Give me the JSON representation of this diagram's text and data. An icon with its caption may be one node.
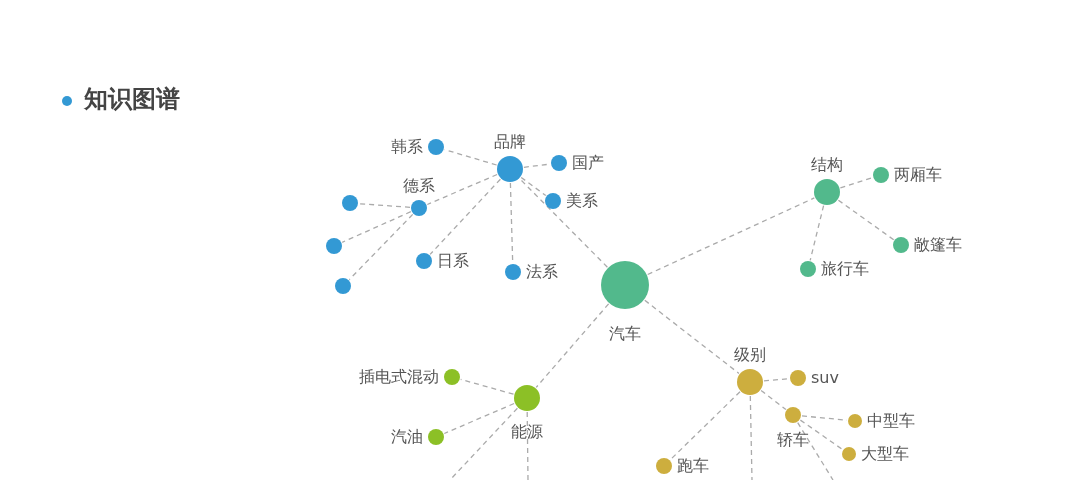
{
  "diagram": {
    "title": "知识图谱",
    "nodes": [
      {
        "text": [
          "品牌"
        ]
      },
      {
        "text": [
          "韩系"
        ]
      },
      {
        "text": [
          "国产"
        ]
      },
      {
        "text": [
          "德系"
        ]
      },
      {
        "text": [
          "美系"
        ]
      },
      {
        "text": [],
        "shape": "circle"
      },
      {
        "text": [],
        "shape": "circle"
      },
      {
        "text": [
          "日系"
        ]
      },
      {
        "text": [
          "法系"
        ]
      },
      {
        "text": [],
        "shape": "circle"
      },
      {
        "text": [
          "汽车"
        ]
      },
      {
        "text": [
          "结构"
        ]
      },
      {
        "text": [
          "两厢车"
        ]
      },
      {
        "text": [
          "敞篷车"
        ]
      },
      {
        "text": [
          "旅行车"
        ]
      },
      {
        "text": [
          "插电式混动"
        ]
      },
      {
        "text": [
          "能源"
        ]
      },
      {
        "text": [
          "级别"
        ]
      },
      {
        "text": [
          "suv"
        ]
      },
      {
        "text": [
          "汽油"
        ]
      },
      {
        "text": [
          "轿车"
        ]
      },
      {
        "text": [
          "中型车"
        ]
      },
      {
        "text": [
          "大型车"
        ]
      },
      {
        "text": [
          "跑车"
        ]
      }
    ],
    "edges": [
      {
        "from": 0,
        "to": 1,
        "arrow": "none"
      },
      {
        "from": 0,
        "to": 2,
        "arrow": "none"
      },
      {
        "from": 0,
        "to": 3,
        "arrow": "none"
      },
      {
        "from": 0,
        "to": 4,
        "arrow": "none"
      },
      {
        "from": 0,
        "to": 7,
        "arrow": "none"
      },
      {
        "from": 0,
        "to": 8,
        "arrow": "none"
      },
      {
        "from": 3,
        "to": 5,
        "arrow": "none"
      },
      {
        "from": 3,
        "to": 6,
        "arrow": "none"
      },
      {
        "from": 3,
        "to": 9,
        "arrow": "none"
      },
      {
        "from": 10,
        "to": 0,
        "arrow": "none"
      },
      {
        "from": 10,
        "to": 11,
        "arrow": "none"
      },
      {
        "from": 11,
        "to": 12,
        "arrow": "none"
      },
      {
        "from": 11,
        "to": 13,
        "arrow": "none"
      },
      {
        "from": 11,
        "to": 14,
        "arrow": "none"
      },
      {
        "from": 10,
        "to": 16,
        "arrow": "none"
      },
      {
        "from": 16,
        "to": 15,
        "arrow": "none"
      },
      {
        "from": 16,
        "to": 19,
        "arrow": "none"
      },
      {
        "from": 16,
        "to": null,
        "arrow": "none"
      },
      {
        "from": 16,
        "to": null,
        "arrow": "none"
      },
      {
        "from": 10,
        "to": 17,
        "arrow": "none"
      },
      {
        "from": 17,
        "to": 18,
        "arrow": "none"
      },
      {
        "from": 17,
        "to": 20,
        "arrow": "none"
      },
      {
        "from": 17,
        "to": 23,
        "arrow": "none"
      },
      {
        "from": 17,
        "to": null,
        "arrow": "none"
      },
      {
        "from": 20,
        "to": 21,
        "arrow": "none"
      },
      {
        "from": 20,
        "to": 22,
        "arrow": "none"
      },
      {
        "from": 20,
        "to": null,
        "arrow": "none"
      }
    ]
  }
}
